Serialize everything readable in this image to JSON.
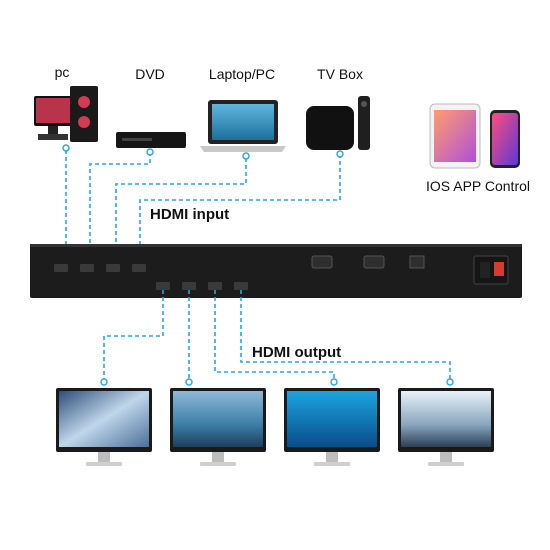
{
  "sources": [
    {
      "id": "pc",
      "label": "pc"
    },
    {
      "id": "dvd",
      "label": "DVD"
    },
    {
      "id": "laptop",
      "label": "Laptop/PC"
    },
    {
      "id": "tvbox",
      "label": "TV Box"
    }
  ],
  "ios_label": "IOS APP Control",
  "hdmi_input_label": "HDMI input",
  "hdmi_output_label": "HDMI output",
  "colors": {
    "connector": "#27a6df",
    "chassis": "#1c1c1c",
    "port": "#3a3a3a"
  }
}
